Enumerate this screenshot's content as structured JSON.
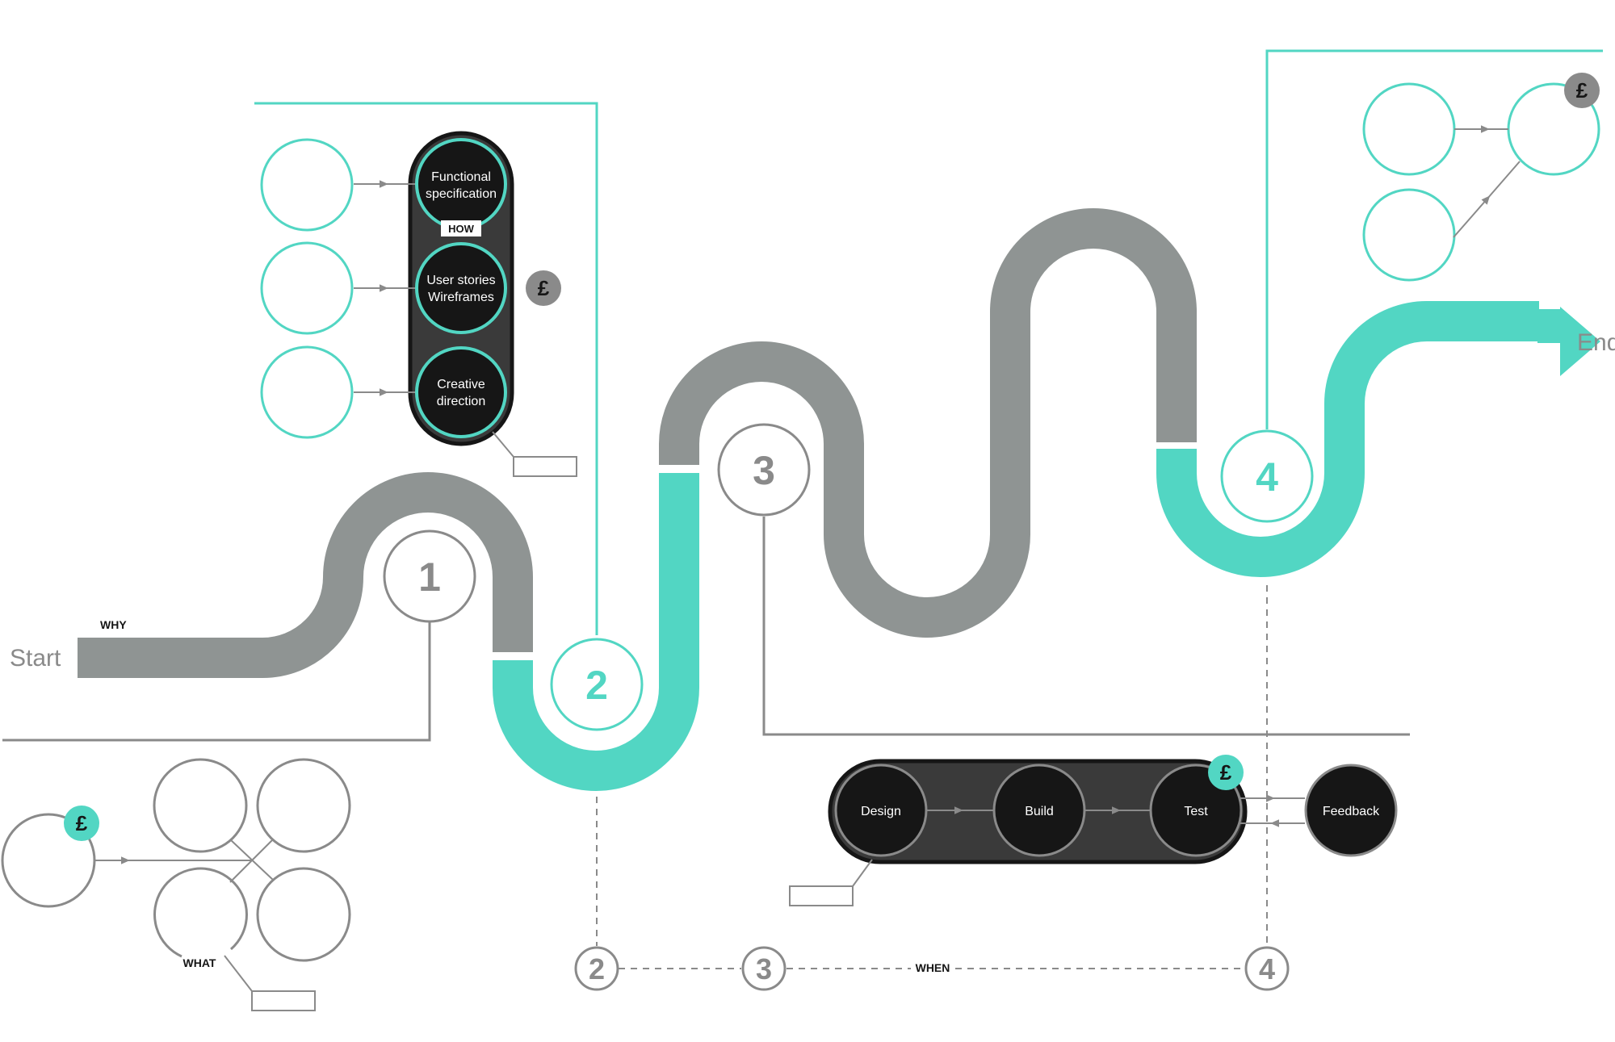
{
  "colors": {
    "teal": "#52D6C3",
    "gray": "#8F9493",
    "dark_gray": "#8A8A8A",
    "black": "#161616",
    "panel": "#3A3A3A",
    "line": "#8A8A8A",
    "white": "#FFFFFF"
  },
  "road": {
    "start_label": "Start",
    "end_label": "End",
    "why_label": "WHY",
    "milestones": [
      "1",
      "2",
      "3",
      "4"
    ]
  },
  "how_panel": {
    "how_label": "HOW",
    "items": [
      {
        "line1": "Functional",
        "line2": "specification"
      },
      {
        "line1": "User stories",
        "line2": "Wireframes"
      },
      {
        "line1": "Creative",
        "line2": "direction"
      }
    ],
    "cost_icon": "£"
  },
  "what_group": {
    "what_label": "WHAT",
    "cost_icon": "£"
  },
  "cycle": {
    "steps": [
      "Design",
      "Build",
      "Test"
    ],
    "feedback": "Feedback",
    "cost_icon": "£"
  },
  "timeline": {
    "when_label": "WHEN",
    "markers": [
      "2",
      "3",
      "4"
    ]
  },
  "outcome_group": {
    "cost_icon": "£"
  }
}
